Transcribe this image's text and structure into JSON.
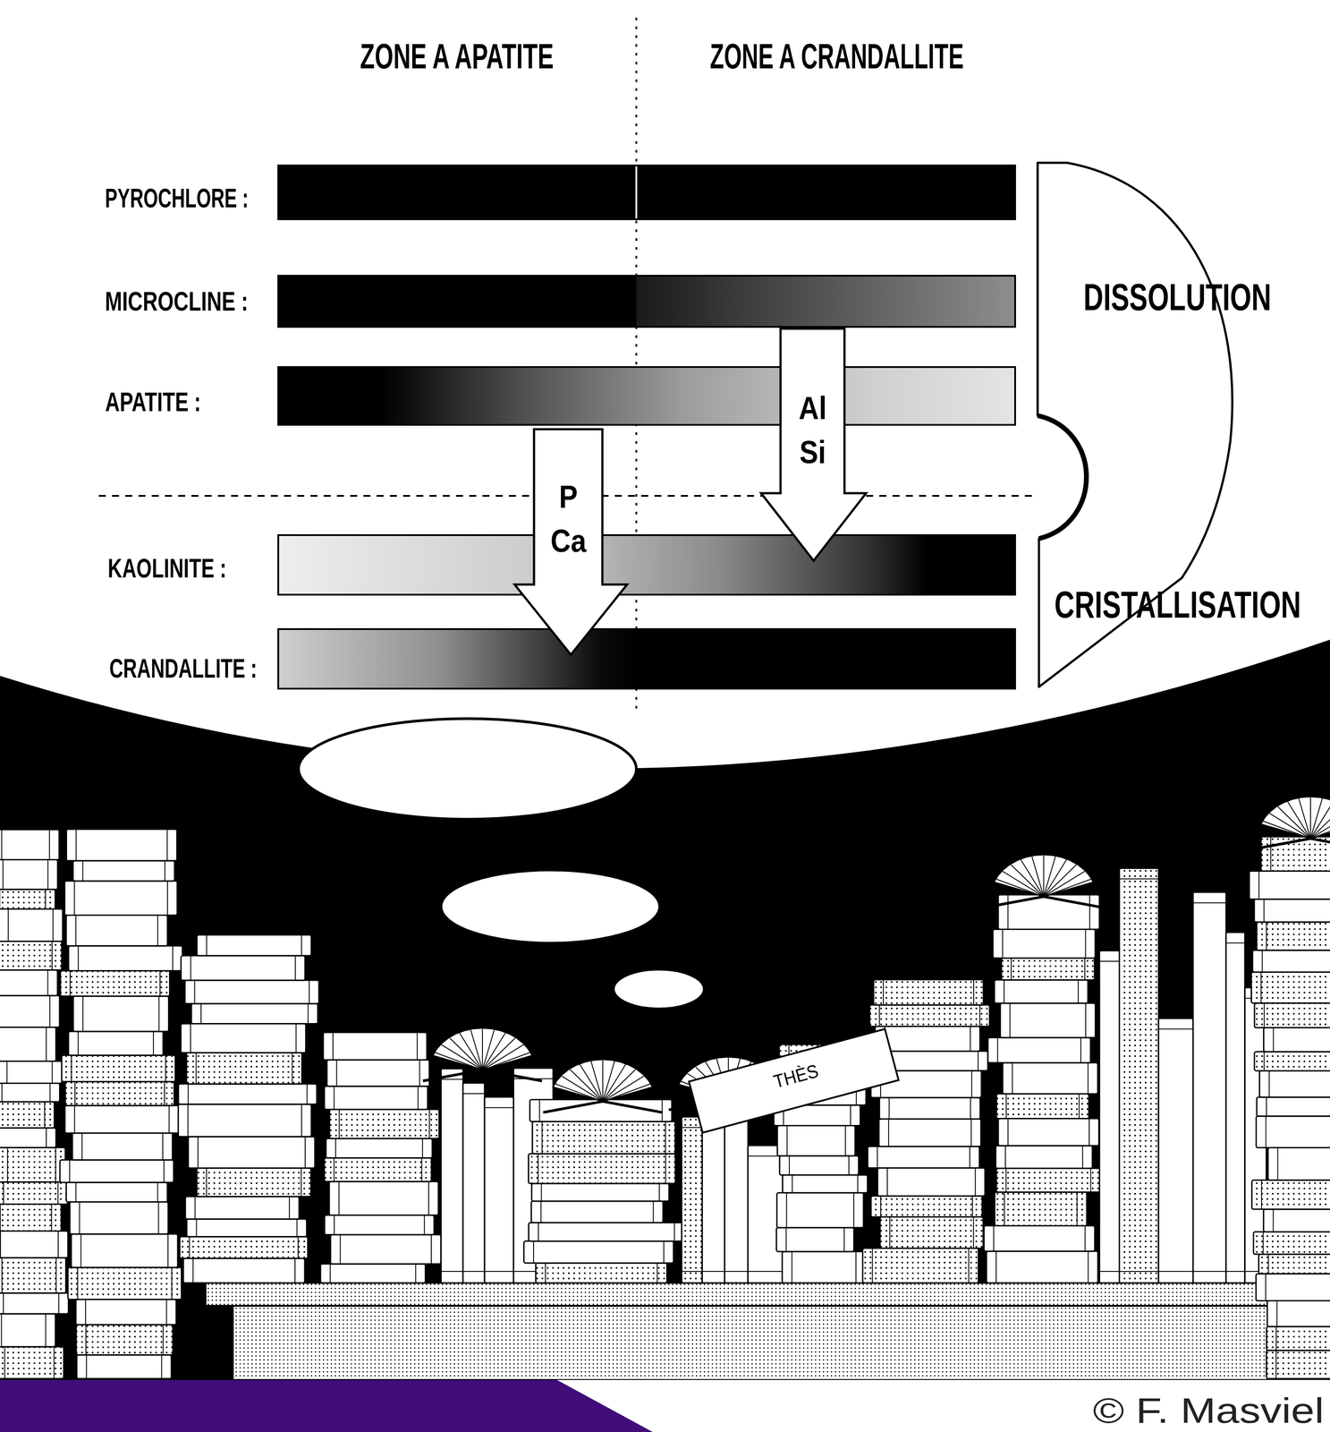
{
  "diagram": {
    "nodes": [
      {
        "text": [
          "Al Si"
        ]
      },
      {
        "text": [
          "P Ca"
        ]
      }
    ],
    "labels": [
      "ZONE A APATITE",
      "ZONE A CRANDALLITE",
      "PYROCHLORE :",
      "MICROCLINE :",
      "APATITE :",
      "KAOLINITE :",
      "CRANDALLITE :",
      "DISSOLUTION",
      "CRISTALLISATION",
      "THÈS",
      "© F. Masviel"
    ]
  }
}
